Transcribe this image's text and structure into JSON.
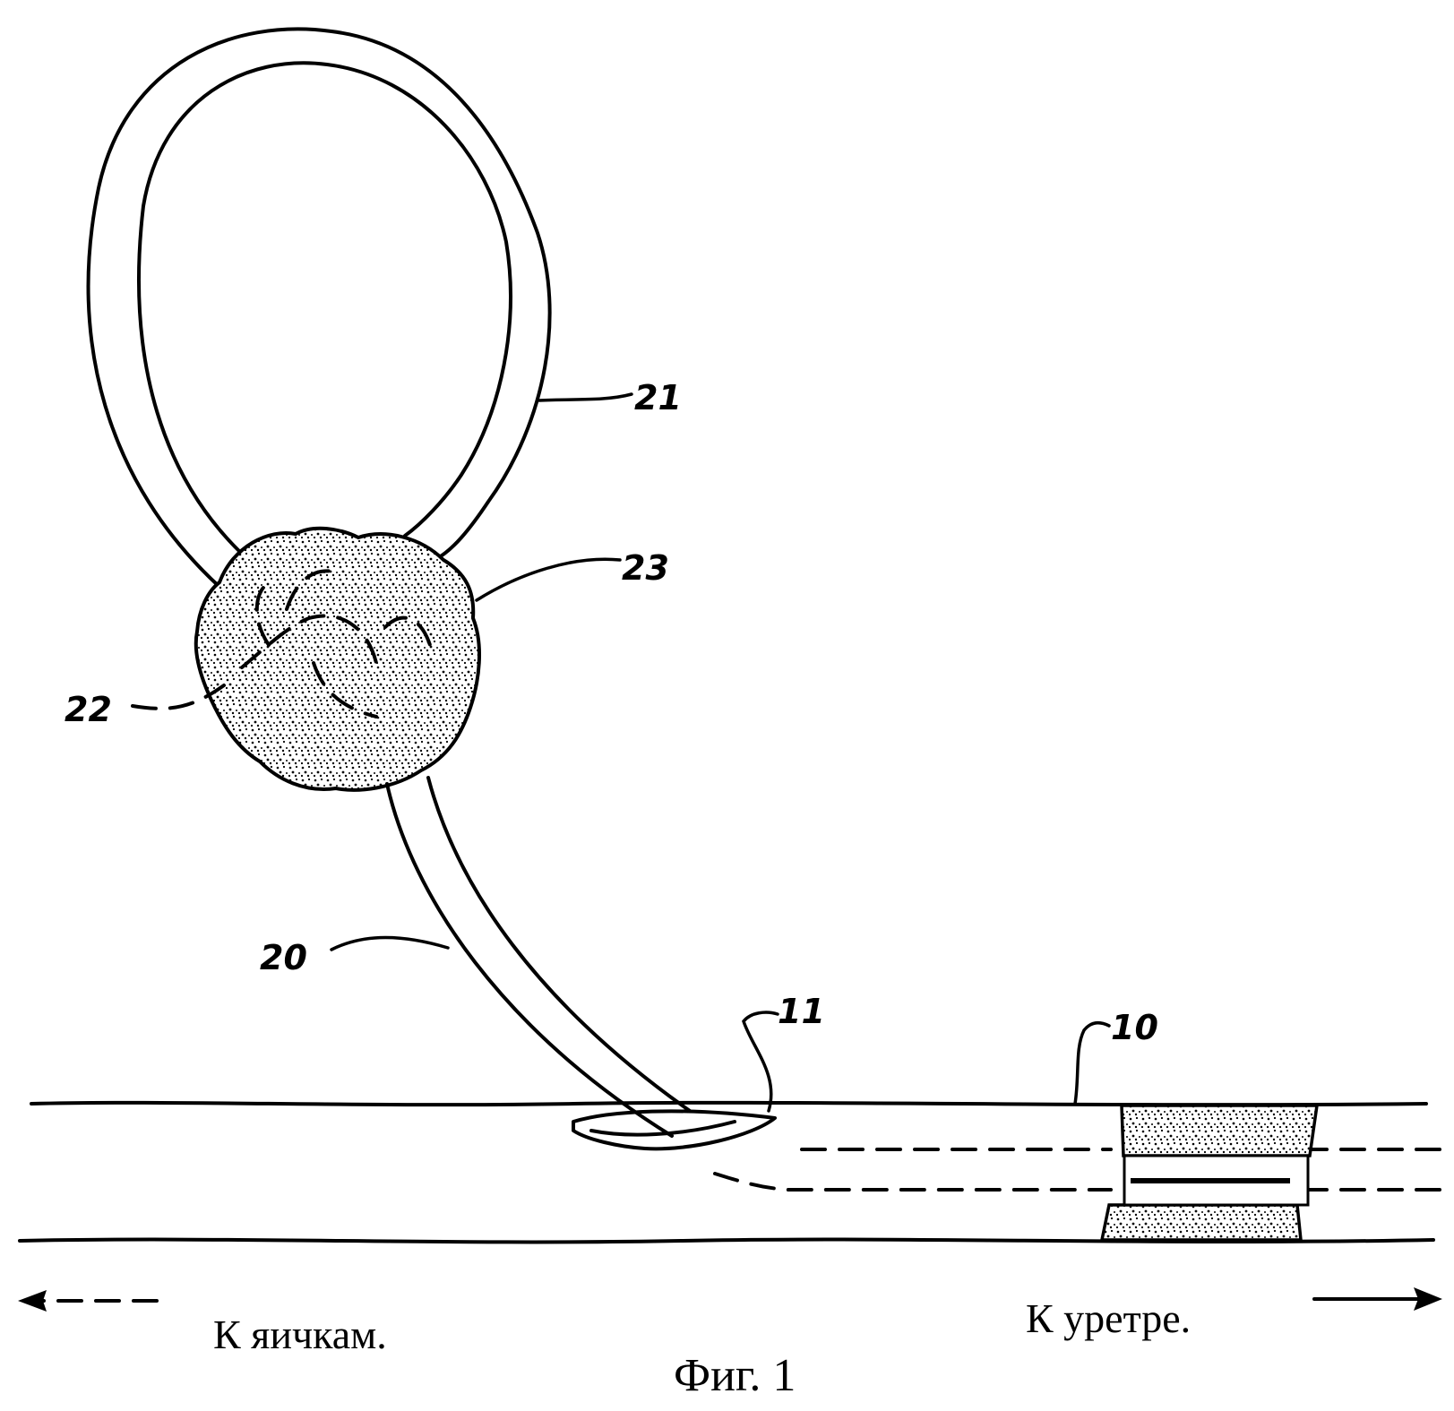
{
  "labels": {
    "ref_21": "21",
    "ref_23": "23",
    "ref_22": "22",
    "ref_20": "20",
    "ref_11": "11",
    "ref_10": "10"
  },
  "captions": {
    "left_direction": "К яичкам.",
    "right_direction": "К уретре.",
    "figure_title": "Фиг. 1"
  }
}
